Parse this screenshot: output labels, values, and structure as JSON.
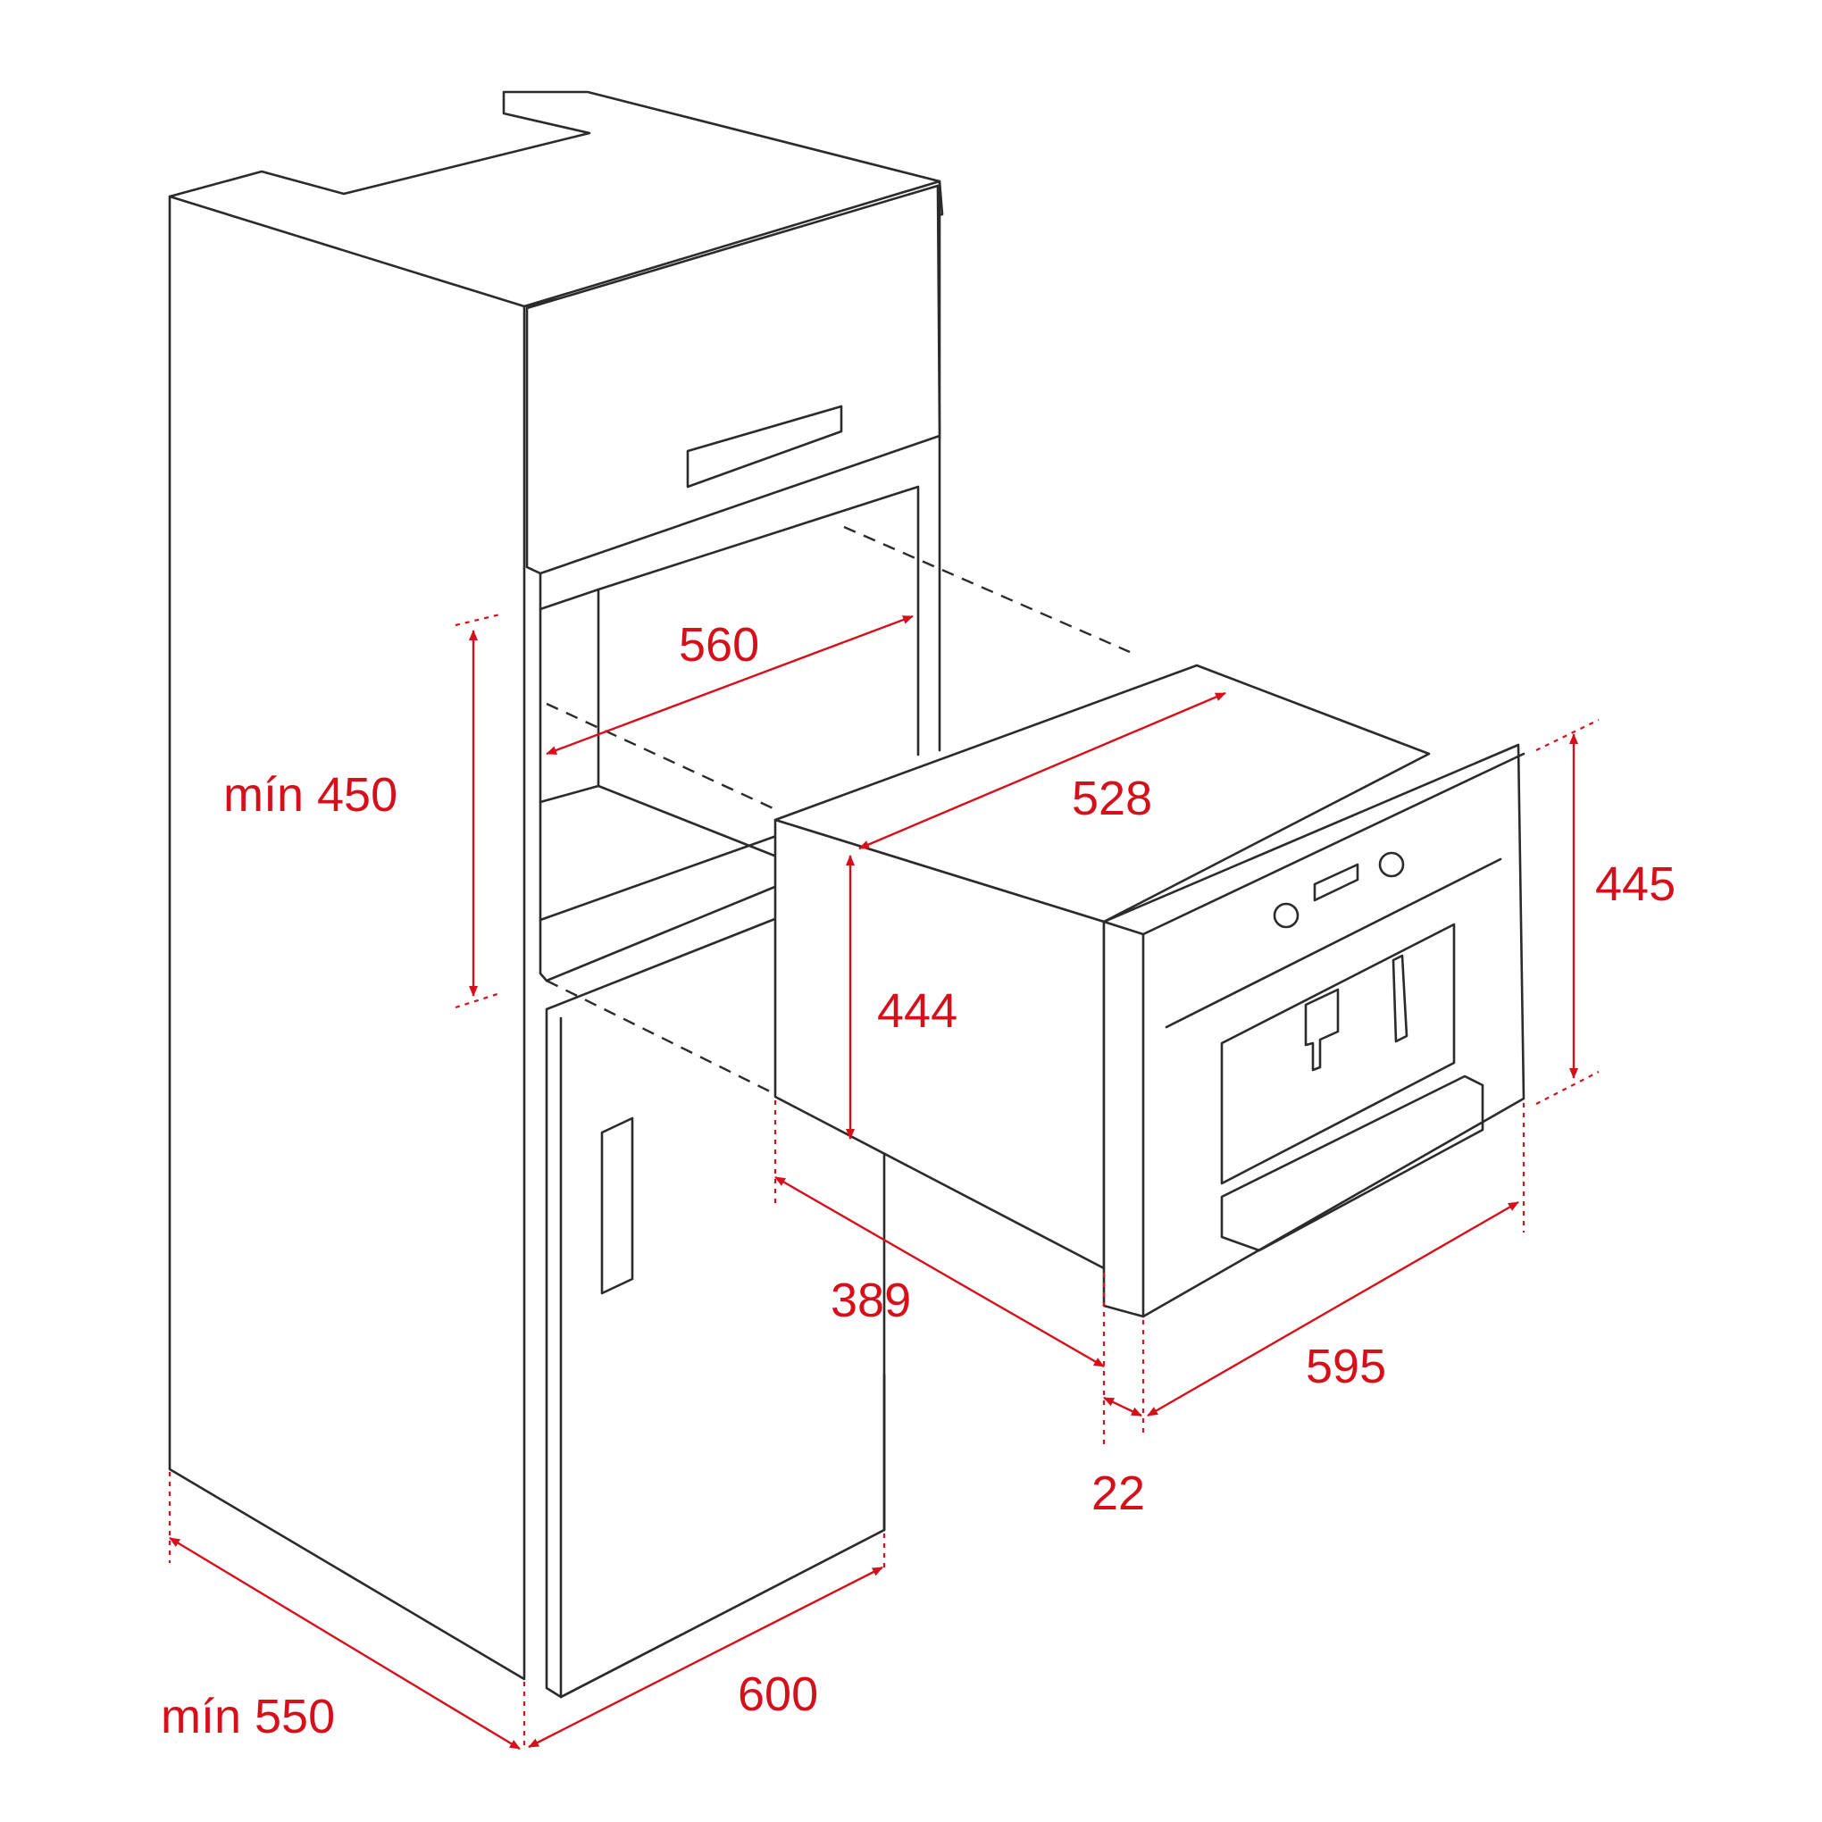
{
  "colors": {
    "outline": "#2b2b2b",
    "dimension": "#d6101a",
    "background": "#ffffff"
  },
  "dimensions": {
    "cabinet_depth": "mín 550",
    "cabinet_width": "600",
    "niche_height": "mín 450",
    "niche_width": "560",
    "appliance_depth": "528",
    "appliance_body_height": "444",
    "front_height": "445",
    "body_depth": "389",
    "front_width": "595",
    "front_thickness": "22"
  }
}
